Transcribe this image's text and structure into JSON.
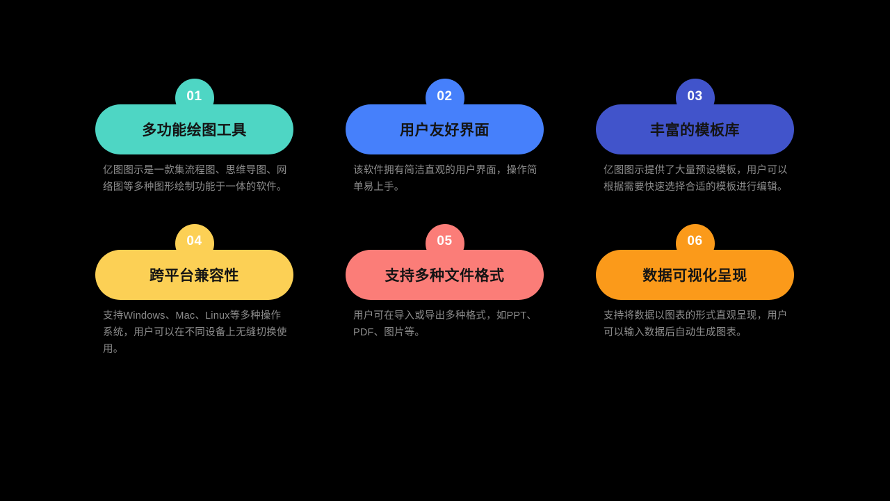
{
  "slide": {
    "background_color": "#000000",
    "body_text_color": "#8c8c8c",
    "title_text_color": "#141414",
    "badge_text_color": "#ffffff"
  },
  "cards": [
    {
      "number": "01",
      "title": "多功能绘图工具",
      "description": "亿图图示是一款集流程图、思维导图、网络图等多种图形绘制功能于一体的软件。",
      "color": "#4ed6c4"
    },
    {
      "number": "02",
      "title": "用户友好界面",
      "description": "该软件拥有简洁直观的用户界面，操作简单易上手。",
      "color": "#4680fb"
    },
    {
      "number": "03",
      "title": "丰富的模板库",
      "description": "亿图图示提供了大量预设模板，用户可以根据需要快速选择合适的模板进行编辑。",
      "color": "#4154cb"
    },
    {
      "number": "04",
      "title": "跨平台兼容性",
      "description": "支持Windows、Mac、Linux等多种操作系统，用户可以在不同设备上无缝切换使用。",
      "color": "#fcd055"
    },
    {
      "number": "05",
      "title": "支持多种文件格式",
      "description": "用户可在导入或导出多种格式，如PPT、PDF、图片等。",
      "color": "#fb7d78"
    },
    {
      "number": "06",
      "title": "数据可视化呈现",
      "description": "支持将数据以图表的形式直观呈现，用户可以输入数据后自动生成图表。",
      "color": "#fb9a1a"
    }
  ]
}
